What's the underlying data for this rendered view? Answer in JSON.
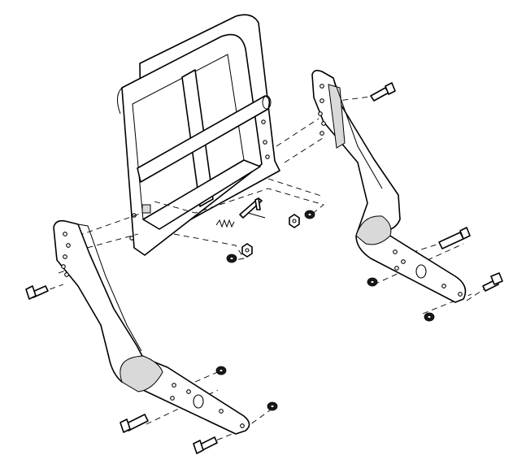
{
  "diagram": {
    "type": "exploded-assembly",
    "line_color": "#000000",
    "background": "#ffffff",
    "parts": [
      "backrest-frame",
      "left-bracket-arm",
      "right-bracket-arm",
      "hex-bolt",
      "flat-washer",
      "lock-nut",
      "spring",
      "pivot-pin"
    ]
  }
}
